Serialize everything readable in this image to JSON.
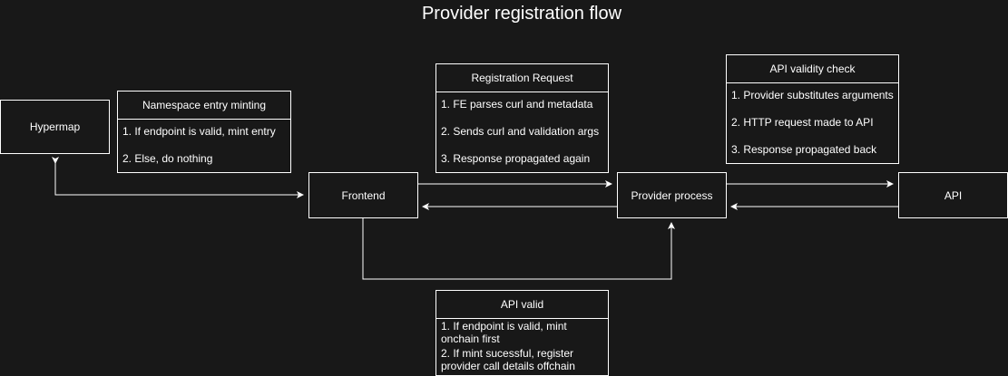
{
  "title": "Provider registration flow",
  "nodes": {
    "hypermap": "Hypermap",
    "frontend": "Frontend",
    "provider": "Provider process",
    "api": "API"
  },
  "cards": {
    "namespace": {
      "title": "Namespace entry minting",
      "items": [
        "1. If endpoint is valid, mint entry",
        "2. Else, do nothing"
      ]
    },
    "registration": {
      "title": "Registration Request",
      "items": [
        "1. FE parses curl and metadata",
        "2. Sends curl and validation args",
        "3. Response propagated again"
      ]
    },
    "validity": {
      "title": "API validity check",
      "items": [
        "1. Provider substitutes arguments",
        "2. HTTP request made to API",
        "3. Response propagated back"
      ]
    },
    "valid": {
      "title": "API valid",
      "items": [
        "1. If endpoint is valid, mint onchain first",
        "2. If mint sucessful, register provider call details offchain"
      ]
    }
  },
  "colors": {
    "background": "#181818",
    "line": "#ffffff"
  }
}
